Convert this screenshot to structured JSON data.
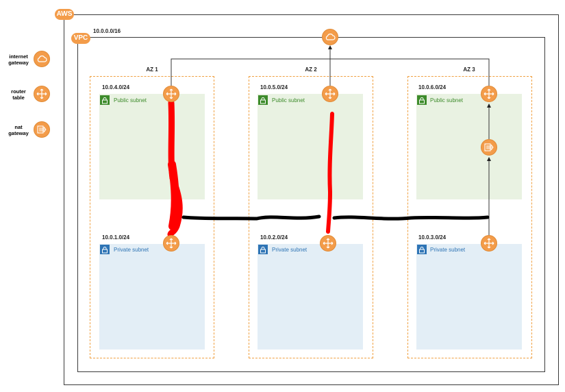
{
  "legend": {
    "internet_gateway": "internet\ngateway",
    "router_table": "router\ntable",
    "nat_gateway": "nat\ngateway"
  },
  "aws_label": "AWS",
  "vpc": {
    "label": "VPC",
    "cidr": "10.0.0.0/16"
  },
  "azs": [
    {
      "name": "AZ 1",
      "public": {
        "cidr": "10.0.4.0/24",
        "label": "Public subnet"
      },
      "private": {
        "cidr": "10.0.1.0/24",
        "label": "Private subnet"
      }
    },
    {
      "name": "AZ 2",
      "public": {
        "cidr": "10.0.5.0/24",
        "label": "Public subnet"
      },
      "private": {
        "cidr": "10.0.2.0/24",
        "label": "Private subnet"
      }
    },
    {
      "name": "AZ 3",
      "public": {
        "cidr": "10.0.6.0/24",
        "label": "Public subnet"
      },
      "private": {
        "cidr": "10.0.3.0/24",
        "label": "Private subnet"
      }
    }
  ],
  "colors": {
    "accent_orange": "#f39c4a",
    "public_green": "#3d8b2b",
    "private_blue": "#2e74b5",
    "annotation_red": "#ff0000",
    "annotation_black": "#000000"
  },
  "icons": {
    "internet_gateway": "cloud-icon",
    "router": "router-arrows-icon",
    "nat_gateway": "nat-gateway-icon",
    "lock": "lock-icon"
  }
}
